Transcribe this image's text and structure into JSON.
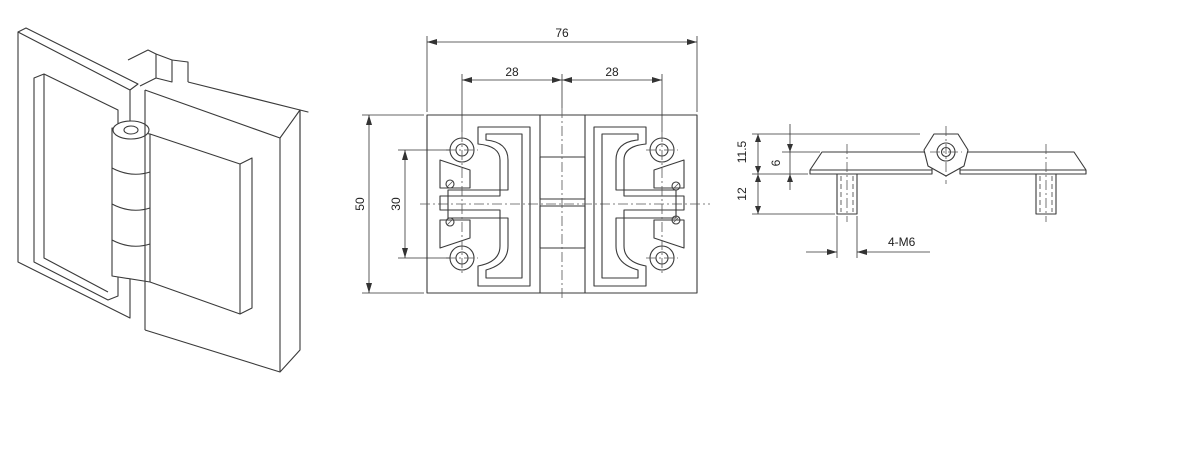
{
  "dimensions": {
    "overall_width": "76",
    "left_hole_spacing": "28",
    "right_hole_spacing": "28",
    "overall_height": "50",
    "hole_vertical_spacing": "30",
    "thickness_total": "11.5",
    "thickness_plate": "6",
    "stud_length": "12",
    "thread_callout": "4-M6"
  },
  "colors": {
    "line": "#3a3a3a",
    "background": "#ffffff"
  }
}
